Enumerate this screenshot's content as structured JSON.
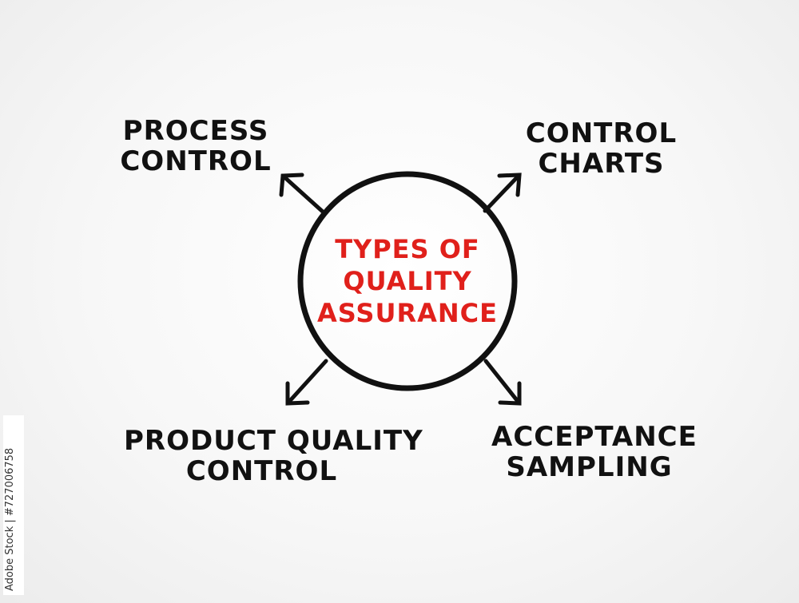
{
  "center": {
    "lines": [
      "TYPES OF",
      "QUALITY",
      "ASSURANCE"
    ]
  },
  "nodes": {
    "top_left": {
      "lines": [
        "PROCESS",
        "CONTROL"
      ]
    },
    "top_right": {
      "lines": [
        "CONTROL",
        "CHARTS"
      ]
    },
    "bottom_left": {
      "lines": [
        "PRODUCT QUALITY",
        "CONTROL"
      ]
    },
    "bottom_right": {
      "lines": [
        "ACCEPTANCE",
        "SAMPLING"
      ]
    }
  },
  "watermark": {
    "text": "Adobe Stock | #727006758"
  },
  "colors": {
    "accent": "#e0201b",
    "ink": "#111111"
  }
}
